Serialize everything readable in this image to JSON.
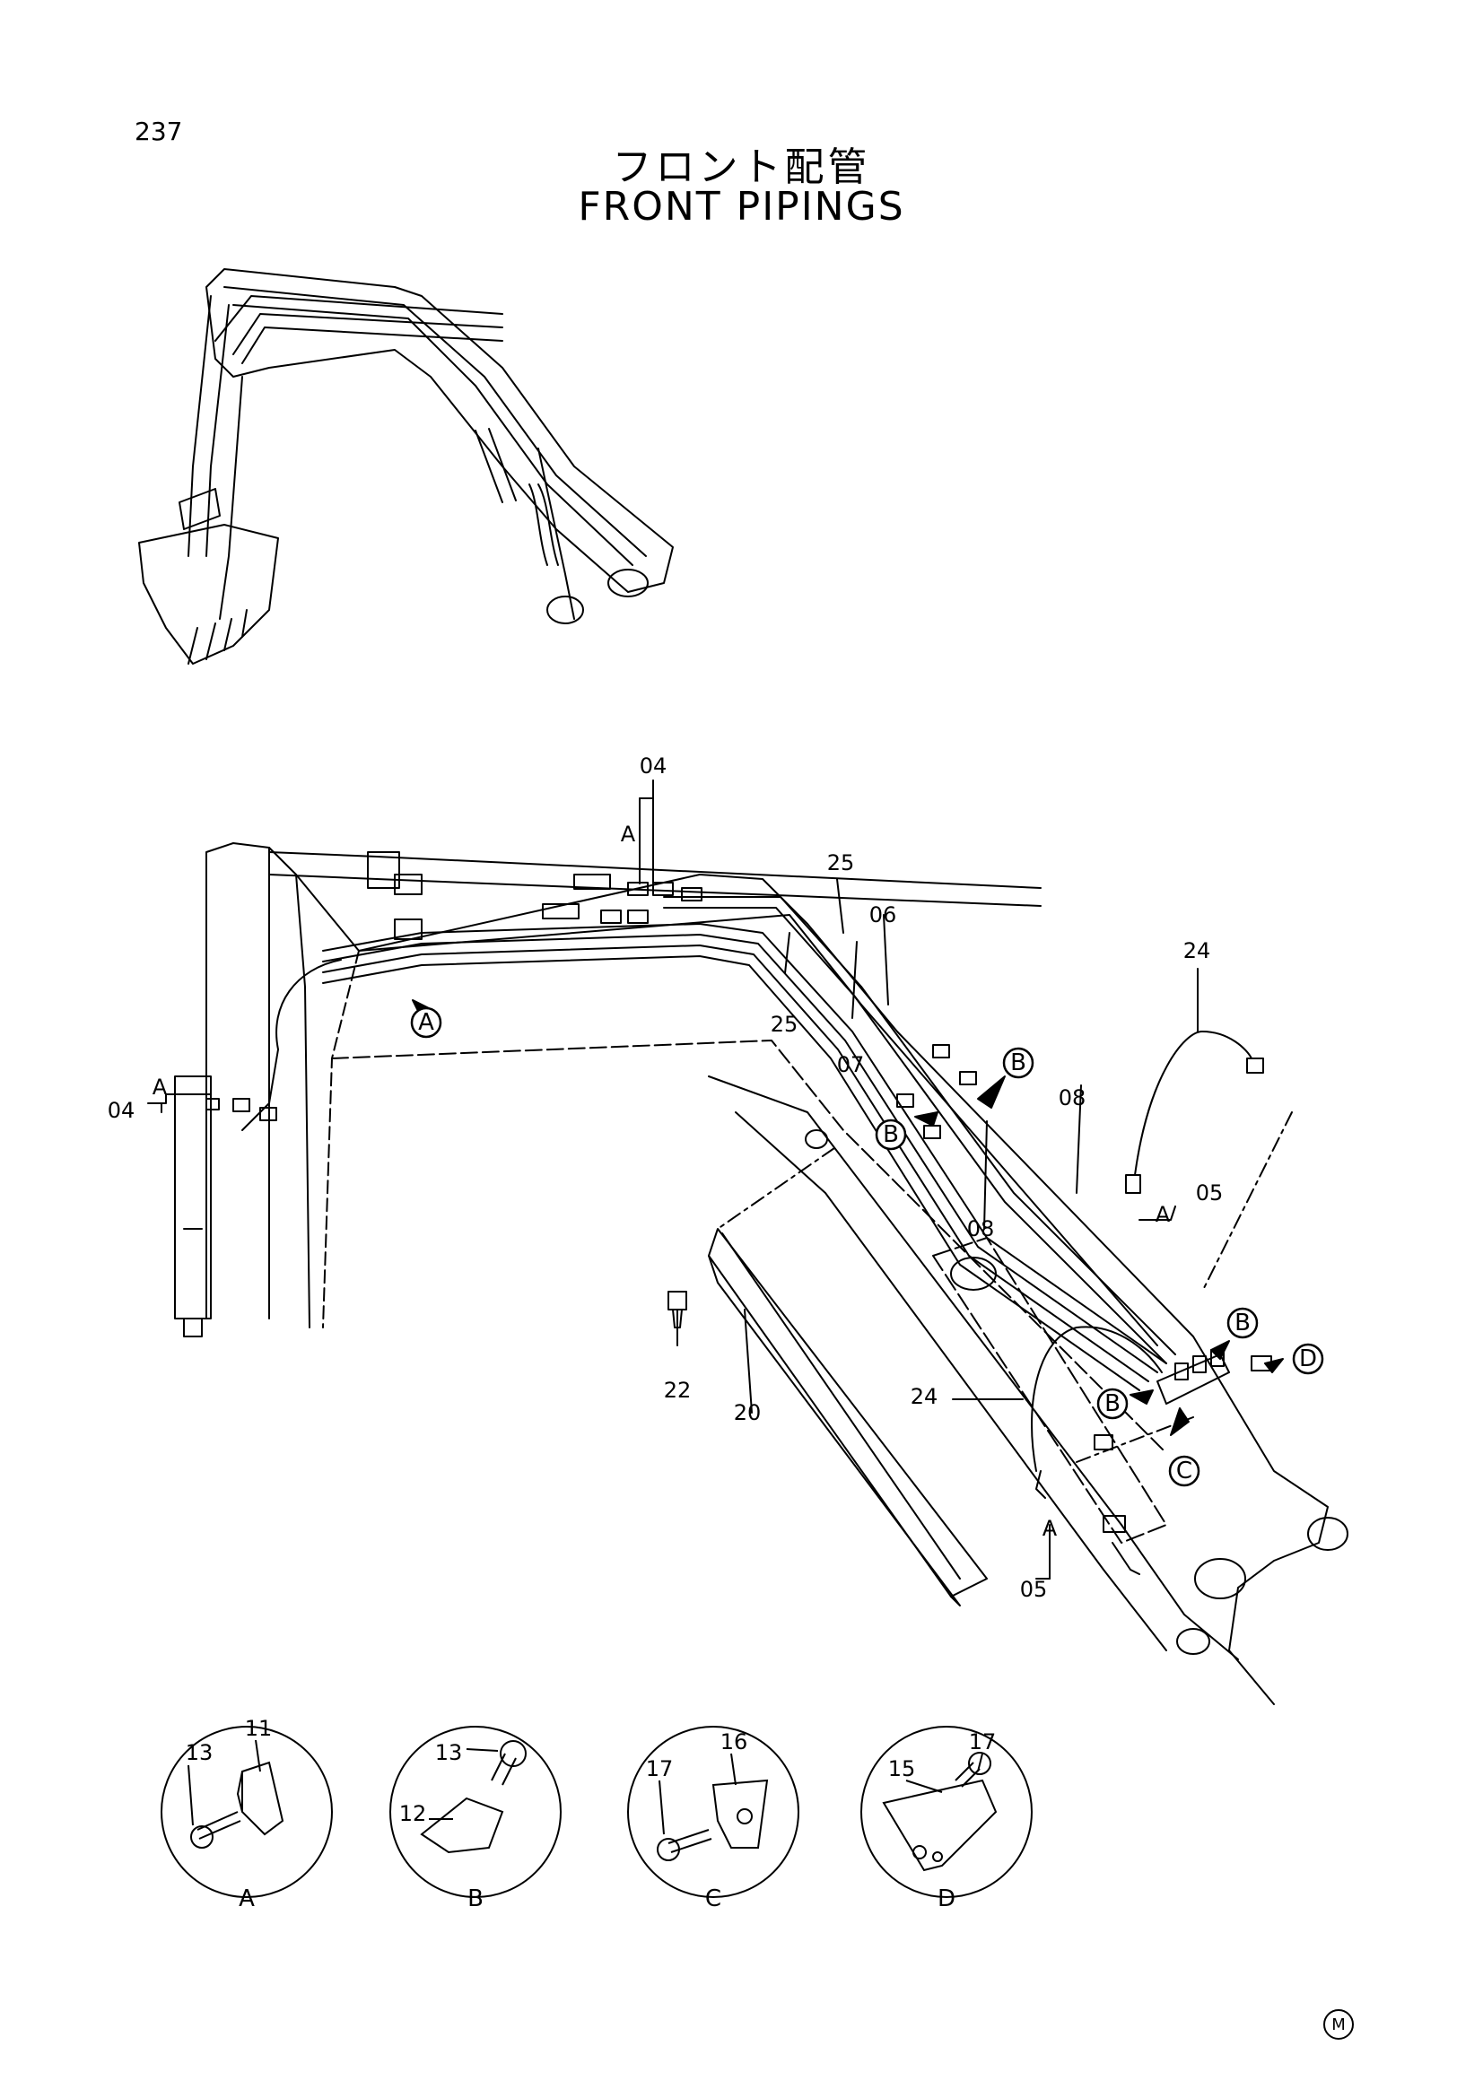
{
  "header": {
    "page_number": "237",
    "title_ja": "フロント配管",
    "title_en": "FRONT PIPINGS"
  },
  "part_labels": {
    "p04_top": "04",
    "p04_left": "04",
    "p25a": "25",
    "p25b": "25",
    "p06": "06",
    "p07": "07",
    "p08a": "08",
    "p08b": "08",
    "p24a": "24",
    "p24b": "24",
    "p05a": "05",
    "p05b": "05",
    "p22": "22",
    "p20": "20",
    "a_top": "A",
    "a_left": "A",
    "a_05a": "A",
    "a_05b": "A"
  },
  "callouts": {
    "A": "A",
    "B": "B",
    "C": "C",
    "D": "D"
  },
  "details": [
    {
      "letter": "A",
      "parts": [
        "13",
        "11"
      ]
    },
    {
      "letter": "B",
      "parts": [
        "13",
        "12"
      ]
    },
    {
      "letter": "C",
      "parts": [
        "17",
        "16"
      ]
    },
    {
      "letter": "D",
      "parts": [
        "15",
        "17"
      ]
    }
  ],
  "footer": {
    "mark": "M"
  }
}
